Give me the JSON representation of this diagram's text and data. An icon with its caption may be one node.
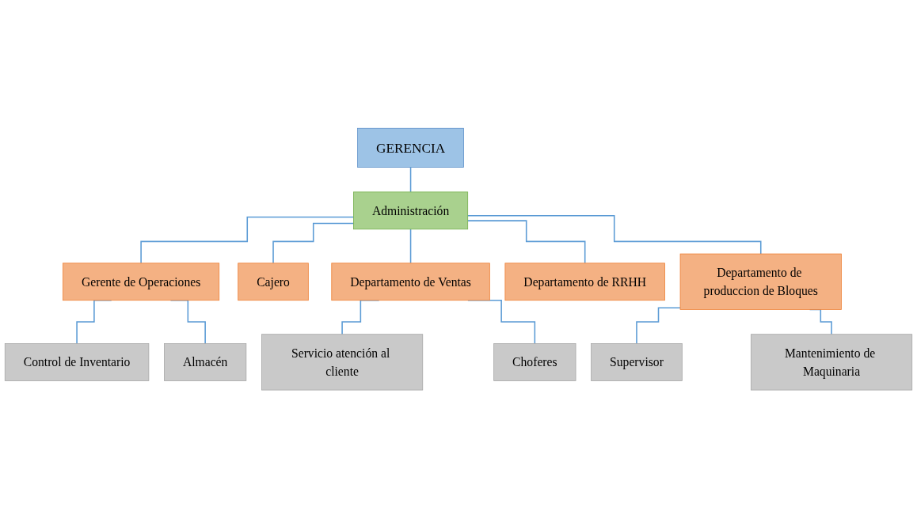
{
  "diagram": {
    "nodes": [
      {
        "text": [
          "GERENCIA"
        ]
      },
      {
        "text": [
          "Administración"
        ]
      },
      {
        "text": [
          "Gerente de Operaciones"
        ]
      },
      {
        "text": [
          "Cajero"
        ]
      },
      {
        "text": [
          "Departamento de Ventas"
        ]
      },
      {
        "text": [
          "Departamento de RRHH"
        ]
      },
      {
        "text": [
          "Departamento de produccion de Bloques"
        ]
      },
      {
        "text": [
          "Control de Inventario"
        ]
      },
      {
        "text": [
          "Almacén"
        ]
      },
      {
        "text": [
          "Servicio atención al cliente"
        ]
      },
      {
        "text": [
          "Choferes"
        ]
      },
      {
        "text": [
          "Supervisor"
        ]
      },
      {
        "text": [
          "Mantenimiento de Maquinaria"
        ]
      }
    ],
    "edges": [
      {
        "from": 0,
        "to": 1,
        "arrow": "none"
      },
      {
        "from": 1,
        "to": 2,
        "arrow": "none"
      },
      {
        "from": 1,
        "to": 3,
        "arrow": "none"
      },
      {
        "from": 1,
        "to": 4,
        "arrow": "none"
      },
      {
        "from": 1,
        "to": 5,
        "arrow": "none"
      },
      {
        "from": 1,
        "to": 6,
        "arrow": "none"
      },
      {
        "from": 2,
        "to": 7,
        "arrow": "none"
      },
      {
        "from": 2,
        "to": 8,
        "arrow": "none"
      },
      {
        "from": 4,
        "to": 9,
        "arrow": "none"
      },
      {
        "from": 4,
        "to": 10,
        "arrow": "none"
      },
      {
        "from": 6,
        "to": 11,
        "arrow": "none"
      },
      {
        "from": 6,
        "to": 12,
        "arrow": "none"
      }
    ]
  }
}
